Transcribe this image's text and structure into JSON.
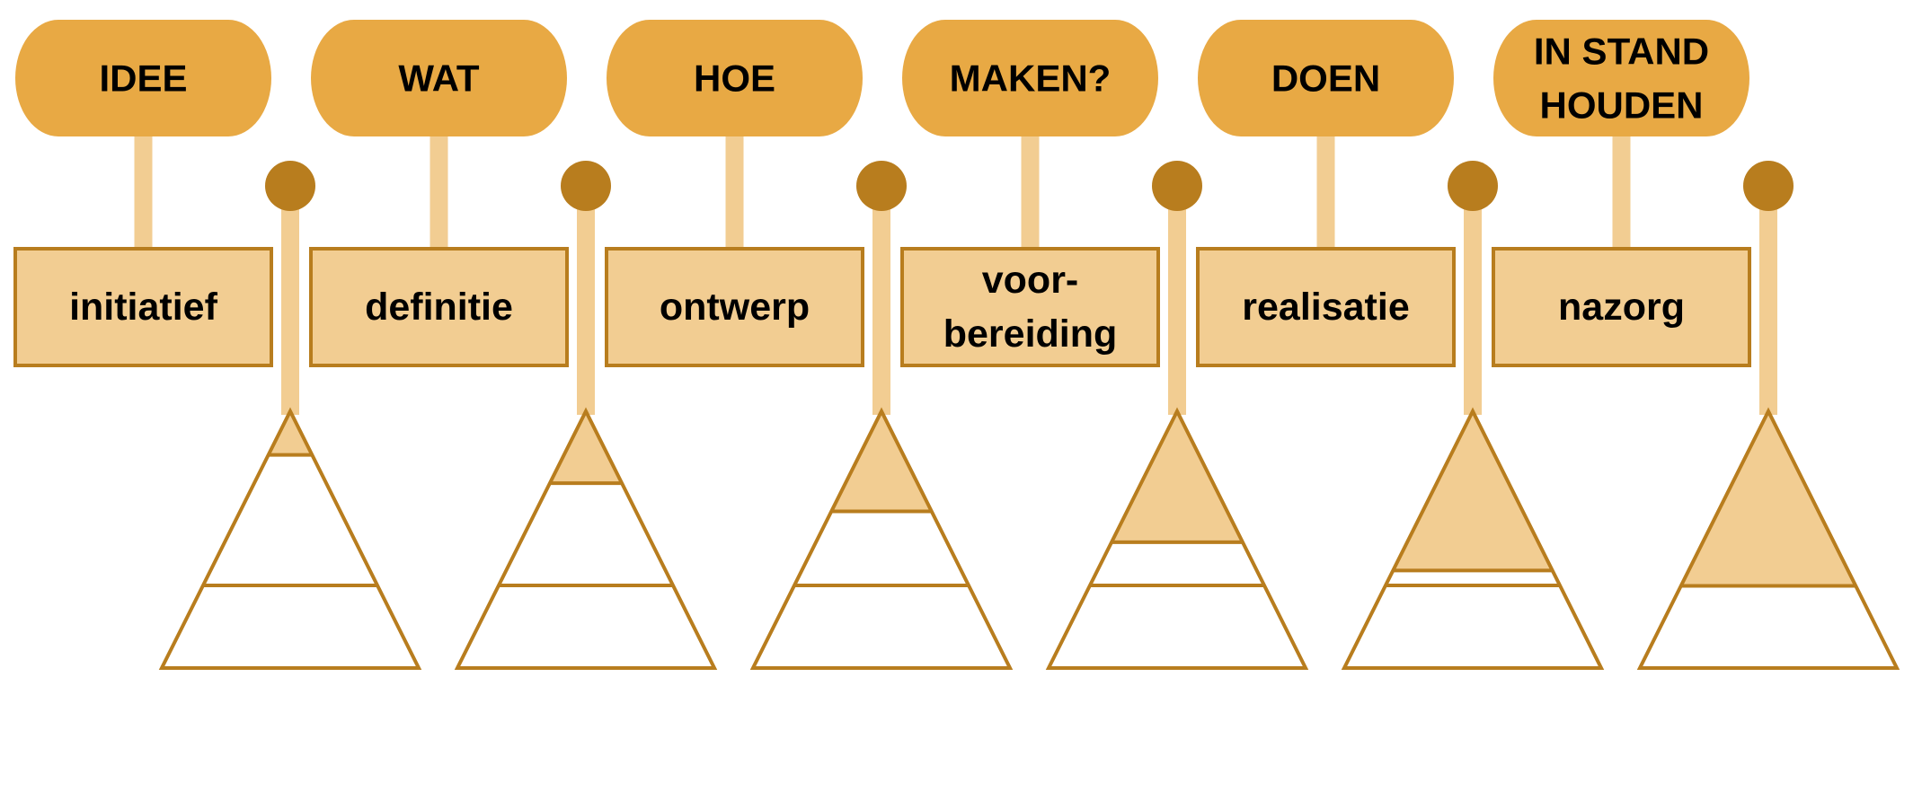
{
  "colors": {
    "pill_fill": "#E8A944",
    "box_fill": "#F2CD92",
    "box_border": "#B87D1E",
    "stem": "#F2CD92",
    "pin_head": "#B87D1E",
    "triangle_outline": "#B87D1E",
    "triangle_fill": "#F2CD92",
    "background": "#FFFFFF"
  },
  "phases": [
    {
      "question": [
        "IDEE"
      ],
      "stage": [
        "initiatief"
      ],
      "filled_fraction": 0.17
    },
    {
      "question": [
        "WAT"
      ],
      "stage": [
        "definitie"
      ],
      "filled_fraction": 0.28
    },
    {
      "question": [
        "HOE"
      ],
      "stage": [
        "ontwerp"
      ],
      "filled_fraction": 0.39
    },
    {
      "question": [
        "MAKEN?"
      ],
      "stage": [
        "voor-",
        "bereiding"
      ],
      "filled_fraction": 0.51
    },
    {
      "question": [
        "DOEN"
      ],
      "stage": [
        "realisatie"
      ],
      "filled_fraction": 0.62
    },
    {
      "question": [
        "IN STAND",
        "HOUDEN"
      ],
      "stage": [
        "nazorg"
      ],
      "filled_fraction": 0.68
    }
  ]
}
